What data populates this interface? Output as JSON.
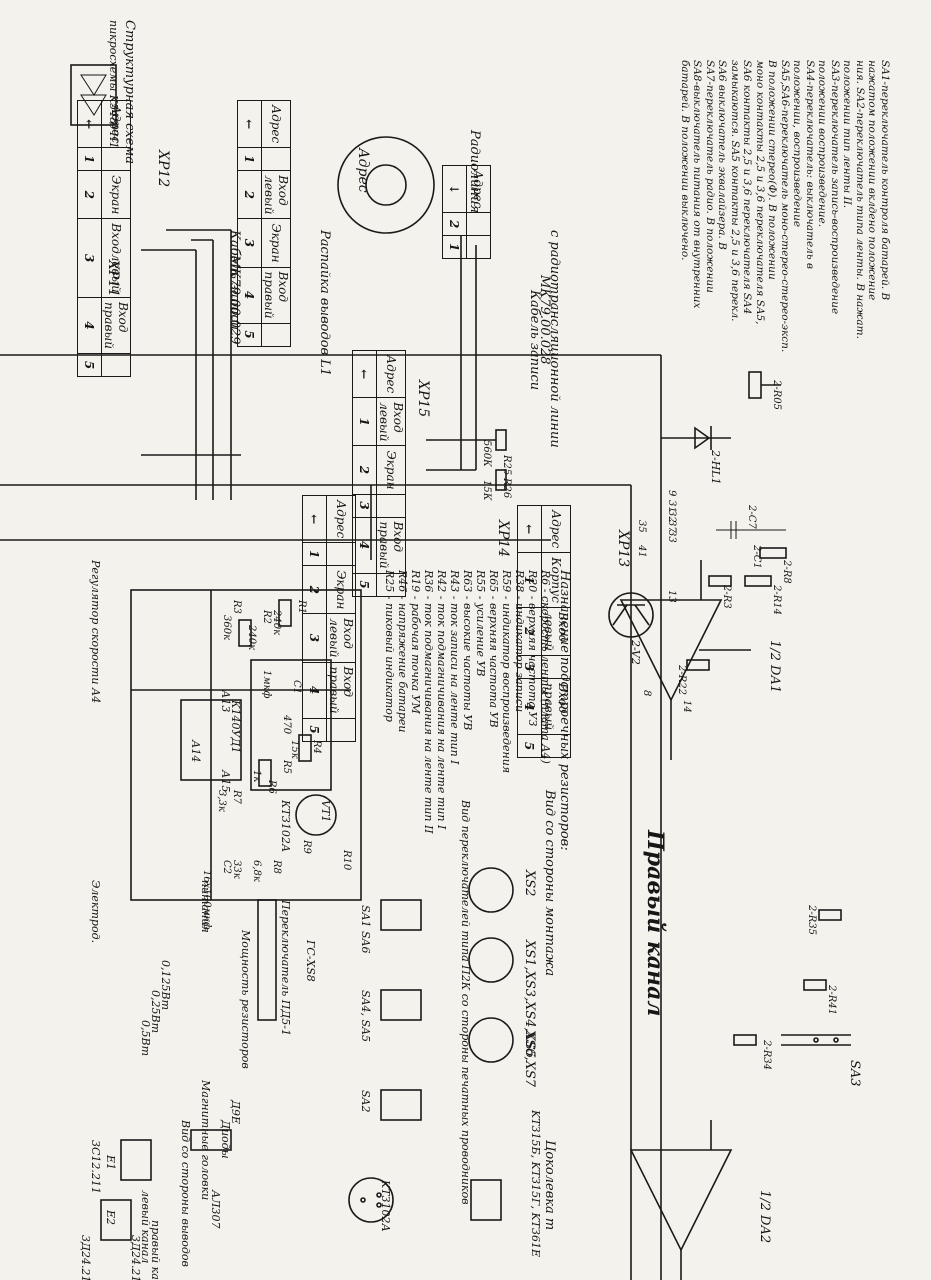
{
  "labels": {
    "right_channel": "Правый канал",
    "pinout_title": "Распайка выводов L1",
    "radio_title_1": "Структурная схема",
    "radio_title_2": "Радиолиния",
    "radio_title_3": "пикросхемы K548УН1",
    "cable1_title": "Кабель записи",
    "cable1_subtitle": "с радиотрансляционной линии",
    "cable1_code": "МК79.00.028",
    "cable2_title": "Кабель записи",
    "cable2_code": "МК79.00.029",
    "regulator": "Регулятор скорости А4",
    "electrode": "Электрод.",
    "power": "питания",
    "side_view": "Вид со стороны монтажа",
    "switch_view": "Вид переключателей типа П2К со стороны печатных проводников",
    "base_label": "Цоколевка т",
    "transistors_1": "KT315Б, KT315Г, KT361E",
    "transistors_2": "KT3102А",
    "switch_sa3": "Переключатель ПД5-1",
    "resistor_power": "Мощность резисторов",
    "heads": "Вид со стороны выводов",
    "magnetic_head": "Магнитные головки",
    "diode_label": "Диоды",
    "led_label": "АЛ307",
    "diode_part": "Д9Е",
    "head_left": "левый канал",
    "head_right": "правый канал",
    "part_head_1": "3Д24.211",
    "part_head_2": "3С12.211",
    "part_head_3": "3Д24.211",
    "e1": "E1",
    "e2": "E2",
    "ic_a13": "А13",
    "ic_a14": "А14",
    "ic_a15": "А15",
    "ic_part": "К140УД1",
    "sa3": "SA3",
    "da1": "1/2 DA1",
    "da2": "1/2 DA2",
    "va": "2-V2",
    "vt1": "VT1",
    "vt_part": "КТ3102А",
    "led": "2-HL1"
  },
  "notes": [
    "SA1-переключатель контроля батарей. В",
    "нажатом положении вклдено положение",
    "ния. SA2-переключатель типа ленты. В нажат.",
    "положении тип ленты II.",
    "SA3-переключатель запись-воспроизведение",
    "положении воспроизведение.",
    "SA4-переключатель: выключатель в",
    "положении, воспроизведение",
    "SA5,SA6-переключатель моно-стерео-стерео-эксп.",
    "В положении стерео(Ф). В положении",
    "моно контакты 2,5 и 3,6 переключателя SA5,",
    "SA6 контакты 2,5 и 3,6 переключателя SA4",
    "замыкаются. SA5 контакты 2,5 и 3,6 перекл.",
    "SA6 выключатель эквалайзера. В",
    "SA7-переключатель радио. В положении",
    "SA8-выключатель питания от внутренних",
    "батарей. В положении выключено."
  ],
  "assignments": {
    "title": "Назначение подстроечных резисторов:",
    "items": [
      "R6 - скорость ленты (плата А4)",
      "R20 - верхняя частота УЗ",
      "R38 - индикатор записи",
      "R59 - индикатор воспроизведения",
      "R65 - верхняя частота УВ",
      "R55 - усиление УВ",
      "R63 - высокие частоты УВ",
      "R43 - ток записи на ленте тип I",
      "R42 - ток подмагничивания на ленте тип I",
      "R36 - ток подмагничивания на ленте тип II",
      "R19 - рабочая точка УМ",
      "R46 - напряжение батареи",
      "R25 - пиковый индикатор"
    ]
  },
  "connectors": {
    "xp12": {
      "title": "XP12",
      "rows": [
        {
          "label": "Адрес",
          "pin": "←"
        },
        {
          "label": "",
          "pin": "1"
        },
        {
          "label": "Вход левый",
          "pin": "2"
        },
        {
          "label": "Экран",
          "pin": "3"
        },
        {
          "label": "Вход правый",
          "pin": "4"
        },
        {
          "label": "",
          "pin": "5"
        }
      ]
    },
    "xp11": {
      "title": "XP11",
      "rows": [
        {
          "label": "Адрес",
          "pin": "←"
        },
        {
          "label": "",
          "pin": "1"
        },
        {
          "label": "Экран",
          "pin": "2"
        },
        {
          "label": "Входлевый",
          "pin": "3"
        },
        {
          "label": "Вход правый",
          "pin": "4"
        },
        {
          "label": "",
          "pin": "5"
        }
      ]
    },
    "xp15": {
      "title": "XP15",
      "rows": [
        {
          "label": "Адрес",
          "pin": "←"
        },
        {
          "label": "Вход левый",
          "pin": "1"
        },
        {
          "label": "Экран",
          "pin": "2"
        },
        {
          "label": "",
          "pin": "3"
        },
        {
          "label": "Вход правый",
          "pin": "4"
        },
        {
          "label": "",
          "pin": "5"
        }
      ]
    },
    "xp14": {
      "title": "XP14",
      "rows": [
        {
          "label": "Адрес",
          "pin": "←"
        },
        {
          "label": "",
          "pin": "1"
        },
        {
          "label": "Экран",
          "pin": "2"
        },
        {
          "label": "Вход левый",
          "pin": "3"
        },
        {
          "label": "Вход правый",
          "pin": "4"
        },
        {
          "label": "",
          "pin": "5"
        }
      ]
    },
    "xp13": {
      "title": "XP13",
      "rows": [
        {
          "label": "Адрес",
          "pin": "←"
        },
        {
          "label": "Корпус",
          "pin": "1"
        },
        {
          "label": "Вход левый",
          "pin": "2"
        },
        {
          "label": "",
          "pin": "3"
        },
        {
          "label": "Вход правый",
          "pin": "4"
        },
        {
          "label": "",
          "pin": "5"
        }
      ]
    },
    "radio": {
      "title": "Адрес",
      "rows": [
        {
          "label": "Адрес",
          "pin": "↓"
        },
        {
          "label": "",
          "pin": "2"
        },
        {
          "label": "",
          "pin": "1"
        }
      ]
    }
  },
  "sockets": {
    "xs2": "XS2",
    "xs_group1": "XS1,XS3,XS4,XS5",
    "xs_group2": "XS6,XS7"
  },
  "switches": {
    "sw1": "SA1 SA6",
    "sw2": "SA4, SA5",
    "sw3": "SA2",
    "sw4": "ГС-XS8"
  },
  "resistor_powers": [
    "0,125Вт",
    "0,25Вт",
    "0,5Вт"
  ],
  "components": [
    "R25",
    "R26",
    "560К",
    "15К",
    "2-R8",
    "2-R14",
    "2-R3",
    "2-R22",
    "2-R35",
    "2-R41",
    "2-R34",
    "2-R05",
    "2-C1",
    "2-C7",
    "R1",
    "R2",
    "R3",
    "R4",
    "R5",
    "R6",
    "R7",
    "R8",
    "R9",
    "R10",
    "C1",
    "C2",
    "240к",
    "240к",
    "360к",
    "15к",
    "470",
    "1к",
    "3,3к",
    "6,8к",
    "33к",
    "16х100мкф",
    "1мкф"
  ],
  "pin_numbers": [
    "9",
    "31",
    "32",
    "33",
    "37",
    "35",
    "41",
    "13",
    "14",
    "8"
  ]
}
